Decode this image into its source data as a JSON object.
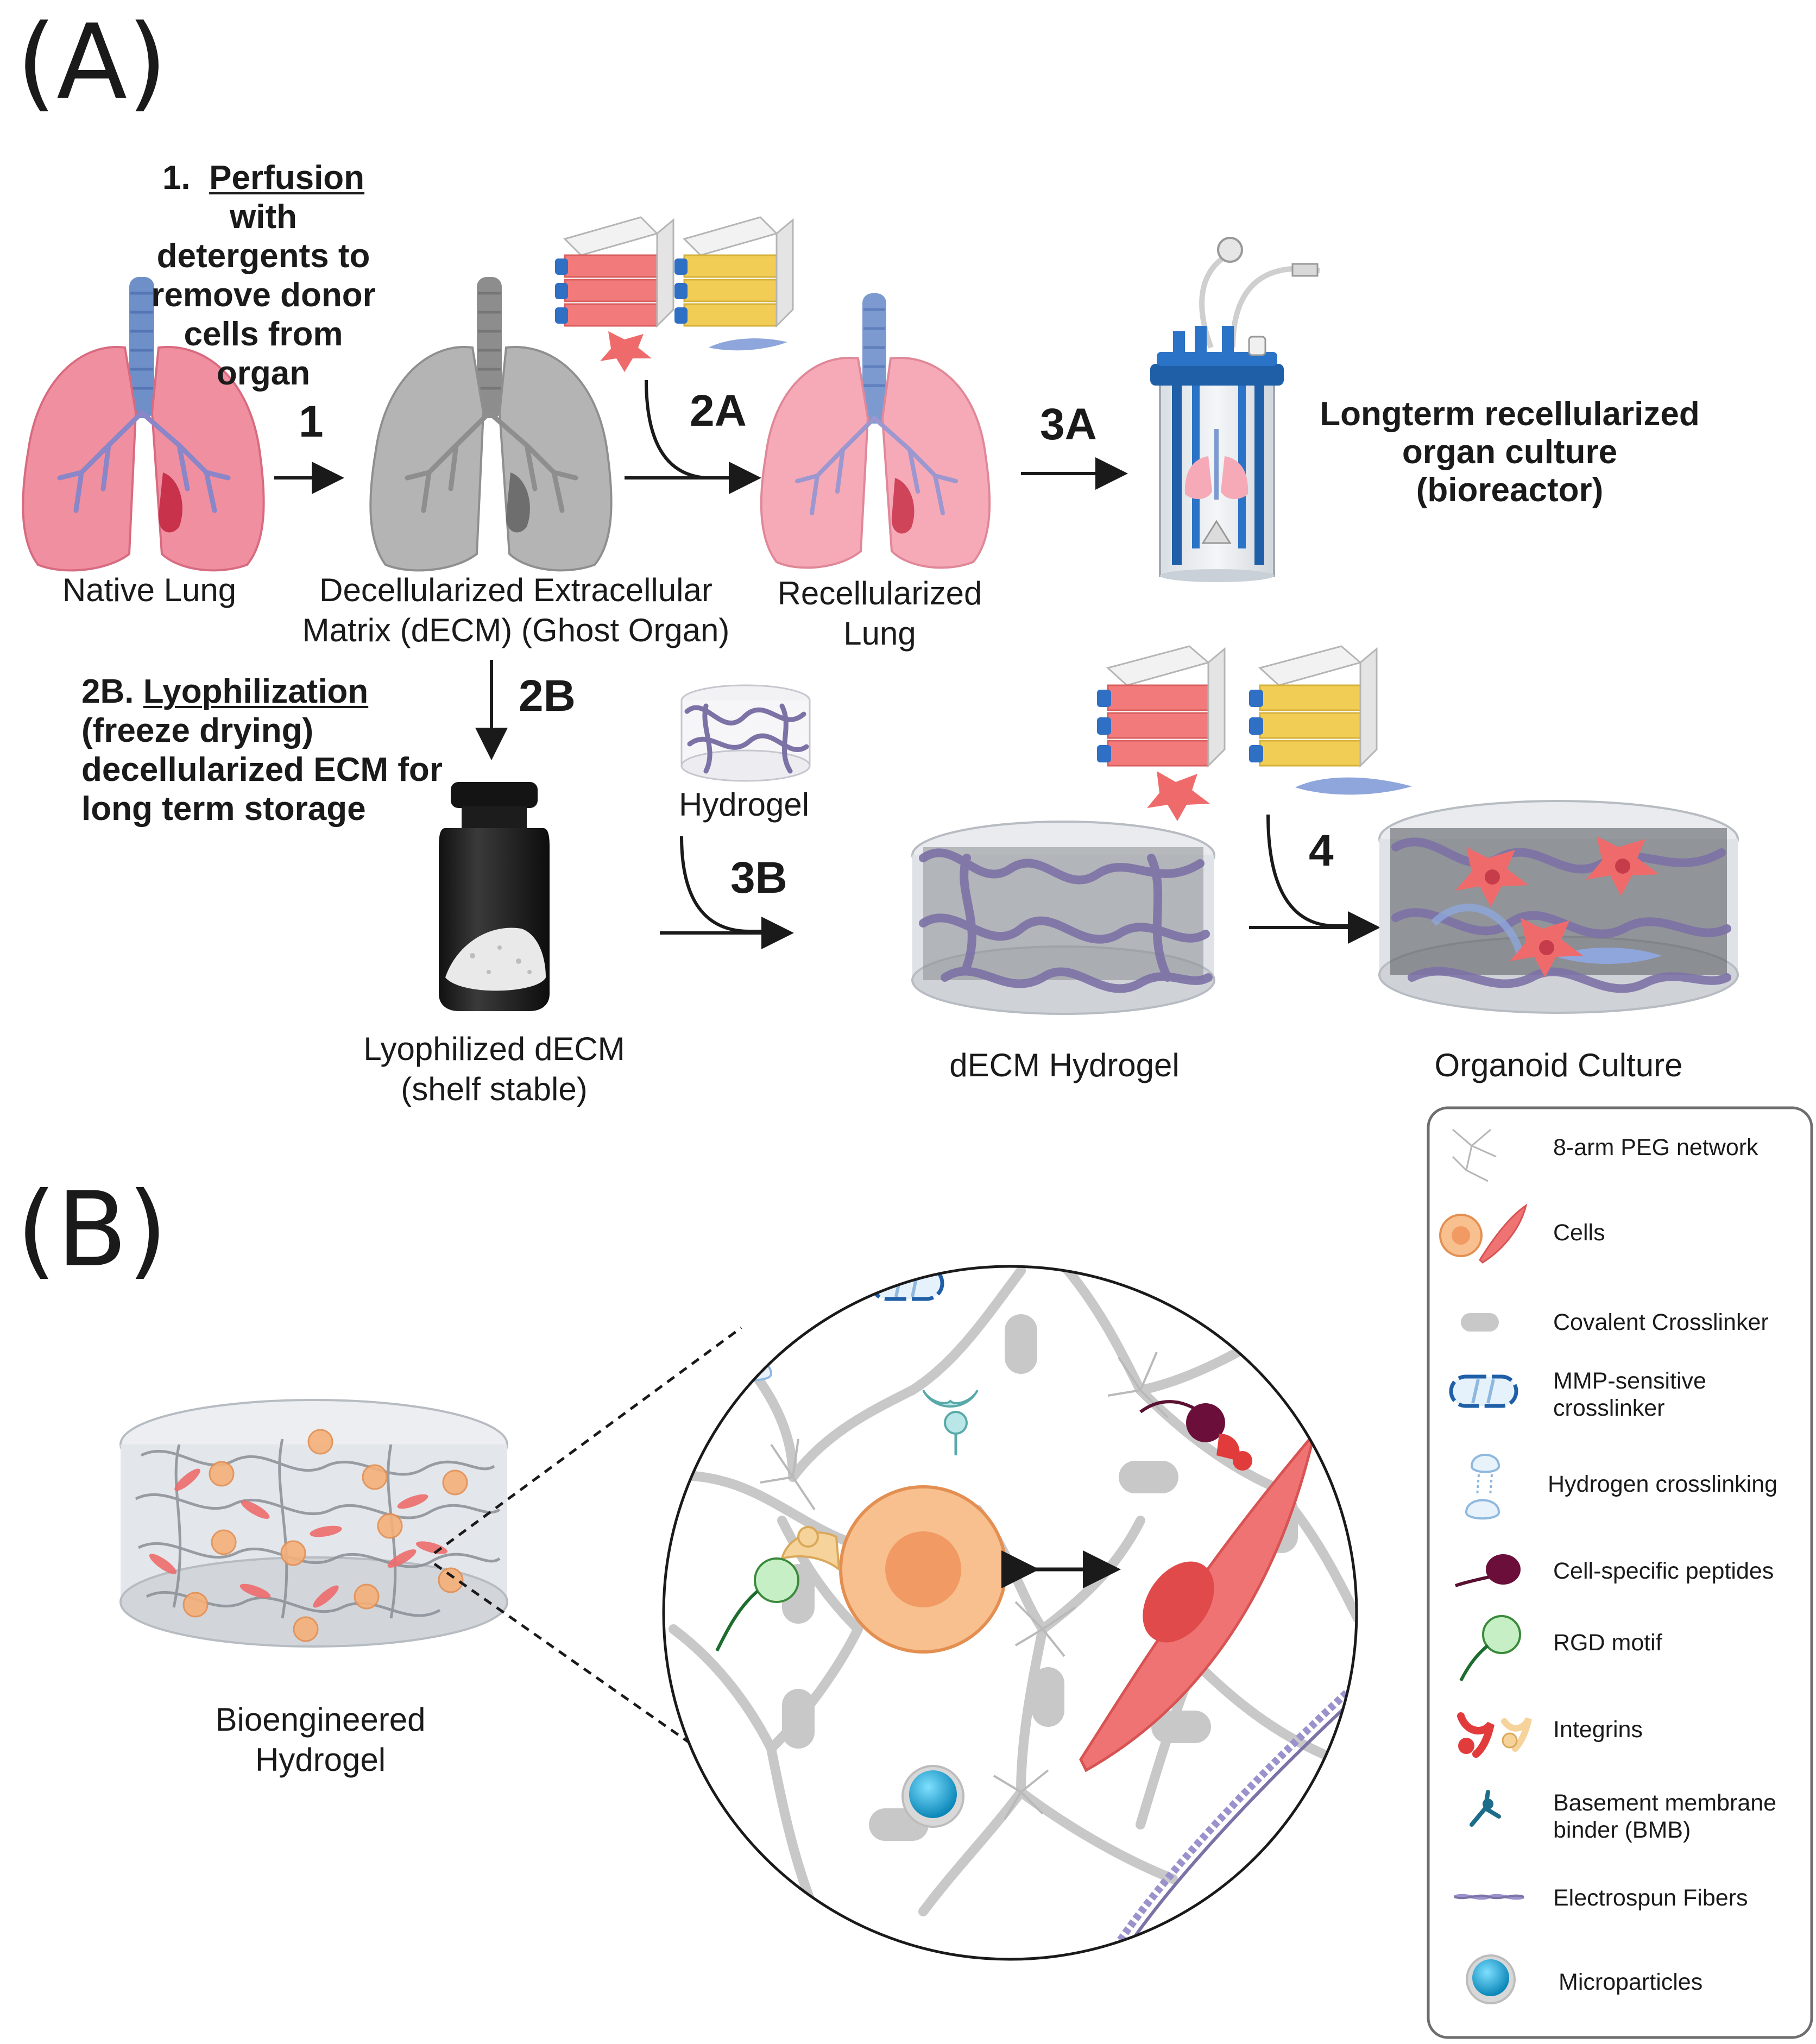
{
  "panel_a": {
    "label": "(A)",
    "step1_text": {
      "num": "1.",
      "underlined": "Perfusion",
      "after": " with",
      "lines": [
        "detergents to",
        "remove donor",
        "cells from",
        "organ"
      ]
    },
    "step2b_text": {
      "prefix": "2B. ",
      "underlined": "Lyophilization",
      "lines": [
        "(freeze drying)",
        "decellularized ECM for",
        "long term storage"
      ]
    },
    "arrows": {
      "a1": "1",
      "a2a": "2A",
      "a3a": "3A",
      "a2b": "2B",
      "a3b": "3B",
      "a4": "4"
    },
    "captions": {
      "native_lung": "Native Lung",
      "decell": [
        "Decellularized Extracellular",
        "Matrix (dECM) (Ghost Organ)"
      ],
      "recell": [
        "Recellularized",
        "Lung"
      ],
      "bioreactor": [
        "Longterm recellularized",
        "organ culture",
        "(bioreactor)"
      ],
      "hydrogel": "Hydrogel",
      "lyophilized": [
        "Lyophilized dECM",
        "(shelf stable)"
      ],
      "decm_hydrogel": "dECM Hydrogel",
      "organoid": "Organoid Culture"
    }
  },
  "panel_b": {
    "label": "(B)",
    "caption": [
      "Bioengineered",
      "Hydrogel"
    ],
    "legend": [
      {
        "icon": "peg-network-icon",
        "label": "8-arm PEG network"
      },
      {
        "icon": "cells-icon",
        "label": "Cells"
      },
      {
        "icon": "covalent-crosslinker-icon",
        "label": "Covalent Crosslinker"
      },
      {
        "icon": "mmp-crosslinker-icon",
        "label": "MMP-sensitive\ncrosslinker"
      },
      {
        "icon": "hydrogen-crosslinking-icon",
        "label": "Hydrogen crosslinking"
      },
      {
        "icon": "cell-peptide-icon",
        "label": "Cell-specific peptides"
      },
      {
        "icon": "rgd-motif-icon",
        "label": "RGD motif"
      },
      {
        "icon": "integrins-icon",
        "label": "Integrins"
      },
      {
        "icon": "bmb-icon",
        "label": "Basement membrane\nbinder (BMB)"
      },
      {
        "icon": "fibers-icon",
        "label": "Electrospun Fibers"
      },
      {
        "icon": "microparticle-icon",
        "label": "Microparticles"
      }
    ]
  },
  "colors": {
    "lung_pink": "#f08fa0",
    "lung_grey": "#a9a9a9",
    "trachea_blue": "#6f8fc8",
    "cell_red": "#ef6b6b",
    "cell_orange": "#f6b07a",
    "flask_red": "#f27a7a",
    "flask_yellow": "#f1cd55",
    "flask_cap": "#2f6fc4",
    "bioreactor_blue": "#1f5fa8",
    "network_grey": "#c8c8c8",
    "microparticle": "#1aa7d8"
  }
}
